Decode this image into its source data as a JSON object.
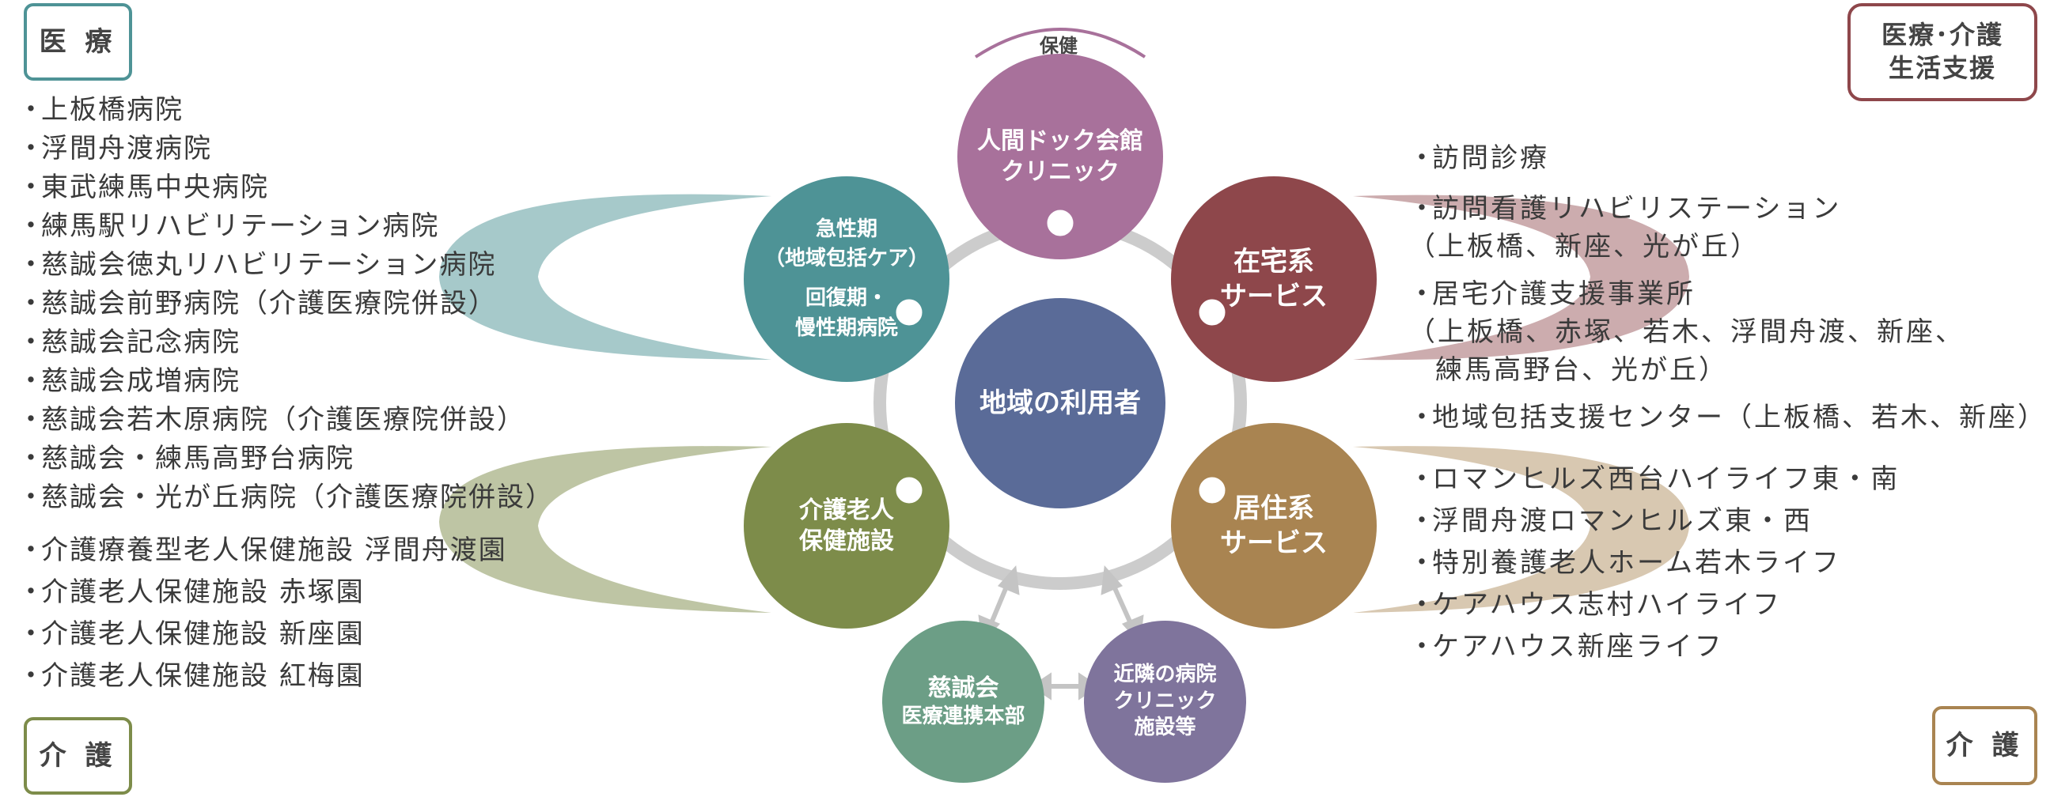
{
  "tags": {
    "iryo": "医 療",
    "kaigo_left": "介 護",
    "kaigo_right": "介 護",
    "iryo_kaigo_line1": "医療･介護",
    "iryo_kaigo_line2": "生活支援"
  },
  "hoken_label": "保健",
  "circles": {
    "center": "地域の利用者",
    "dock_line1": "人間ドック会館",
    "dock_line2": "クリニック",
    "acute_line1": "急性期",
    "acute_line2": "（地域包括ケア）",
    "acute_line3": "回復期・",
    "acute_line4": "慢性期病院",
    "zaitaku_line1": "在宅系",
    "zaitaku_line2": "サービス",
    "rouken_line1": "介護老人",
    "rouken_line2": "保健施設",
    "kyoju_line1": "居住系",
    "kyoju_line2": "サービス",
    "honbu_line1": "慈誠会",
    "honbu_line2": "医療連携本部",
    "kinrin_line1": "近隣の病院",
    "kinrin_line2": "クリニック",
    "kinrin_line3": "施設等"
  },
  "bullet": "・",
  "hospitals": [
    "上板橋病院",
    "浮間舟渡病院",
    "東武練馬中央病院",
    "練馬駅リハビリテーション病院",
    "慈誠会徳丸リハビリテーション病院",
    "慈誠会前野病院（介護医療院併設）",
    "慈誠会記念病院",
    "慈誠会成増病院",
    "慈誠会若木原病院（介護医療院併設）",
    "慈誠会・練馬高野台病院",
    "慈誠会・光が丘病院（介護医療院併設）"
  ],
  "care_facilities": [
    "介護療養型老人保健施設 浮間舟渡園",
    "介護老人保健施設 赤塚園",
    "介護老人保健施設 新座園",
    "介護老人保健施設 紅梅園"
  ],
  "home_services": {
    "item1": "訪問診療",
    "item2": "訪問看護リハビリステーション",
    "item2_sub": "（上板橋、新座、光が丘）",
    "item3": "居宅介護支援事業所",
    "item3_sub1": "（上板橋、赤塚、若木、浮間舟渡、新座、",
    "item3_sub2": "練馬高野台、光が丘）",
    "item4": "地域包括支援センター（上板橋、若木、新座）"
  },
  "residential": [
    "ロマンヒルズ西台ハイライフ東・南",
    "浮間舟渡ロマンヒルズ東・西",
    "特別養護老人ホーム若木ライフ",
    "ケアハウス志村ハイライフ",
    "ケアハウス新座ライフ"
  ],
  "colors": {
    "dock": "#a8719b",
    "acute": "#4e9396",
    "zaitaku": "#8e474b",
    "rouken": "#7d8c4a",
    "kyoju": "#a98451",
    "center": "#5a6b98",
    "honbu": "#6c9e86",
    "kinrin": "#7f749c",
    "ring": "#cccccc"
  }
}
